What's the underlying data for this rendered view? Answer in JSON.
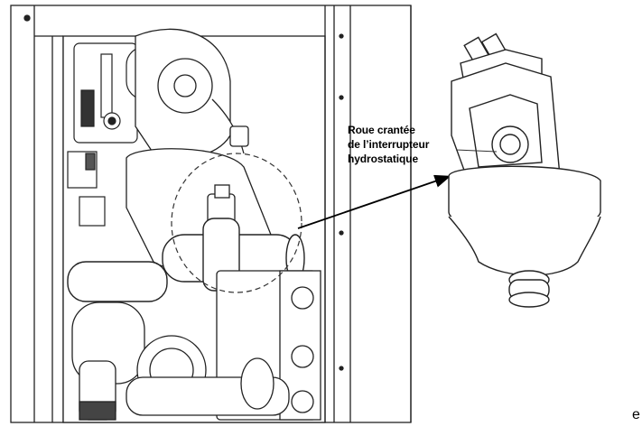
{
  "callout": {
    "line1": "Roue crantée",
    "line2": "de l’interrupteur",
    "line3": "hydrostatique"
  },
  "edge_text": "e"
}
